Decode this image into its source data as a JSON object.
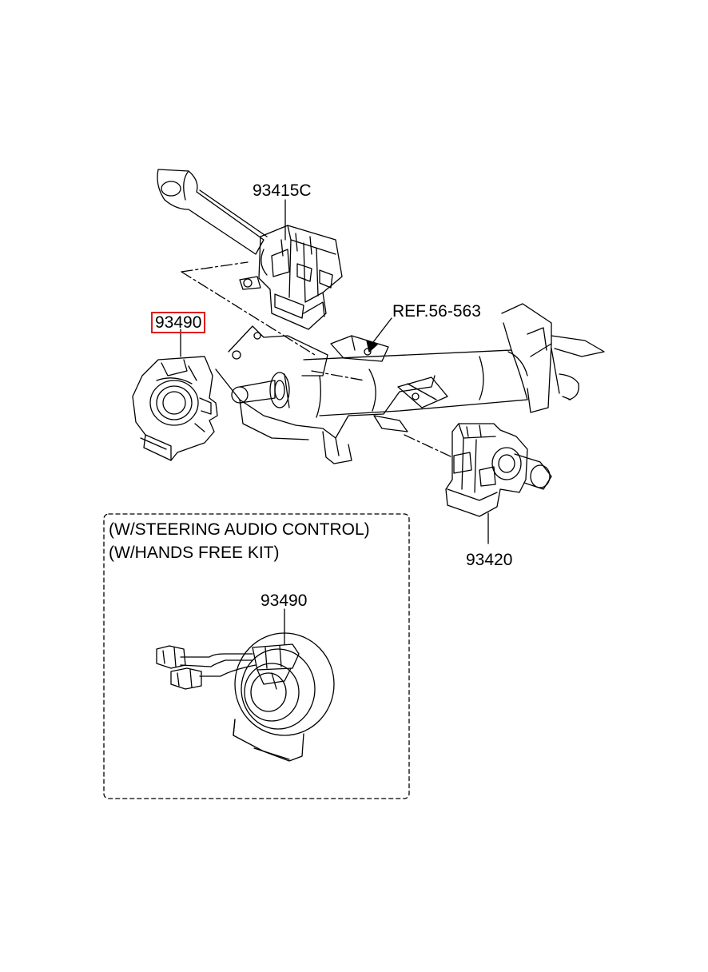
{
  "callouts": {
    "multifunction_switch": "93415C",
    "ref": "REF.56-563",
    "clock_spring_main": "93490",
    "wiper_switch": "93420",
    "clock_spring_option": "93490"
  },
  "option_box": {
    "line1": "(W/STEERING AUDIO CONTROL)",
    "line2": "(W/HANDS FREE KIT)"
  },
  "colors": {
    "line": "#000000",
    "highlight": "#e11b1b"
  }
}
